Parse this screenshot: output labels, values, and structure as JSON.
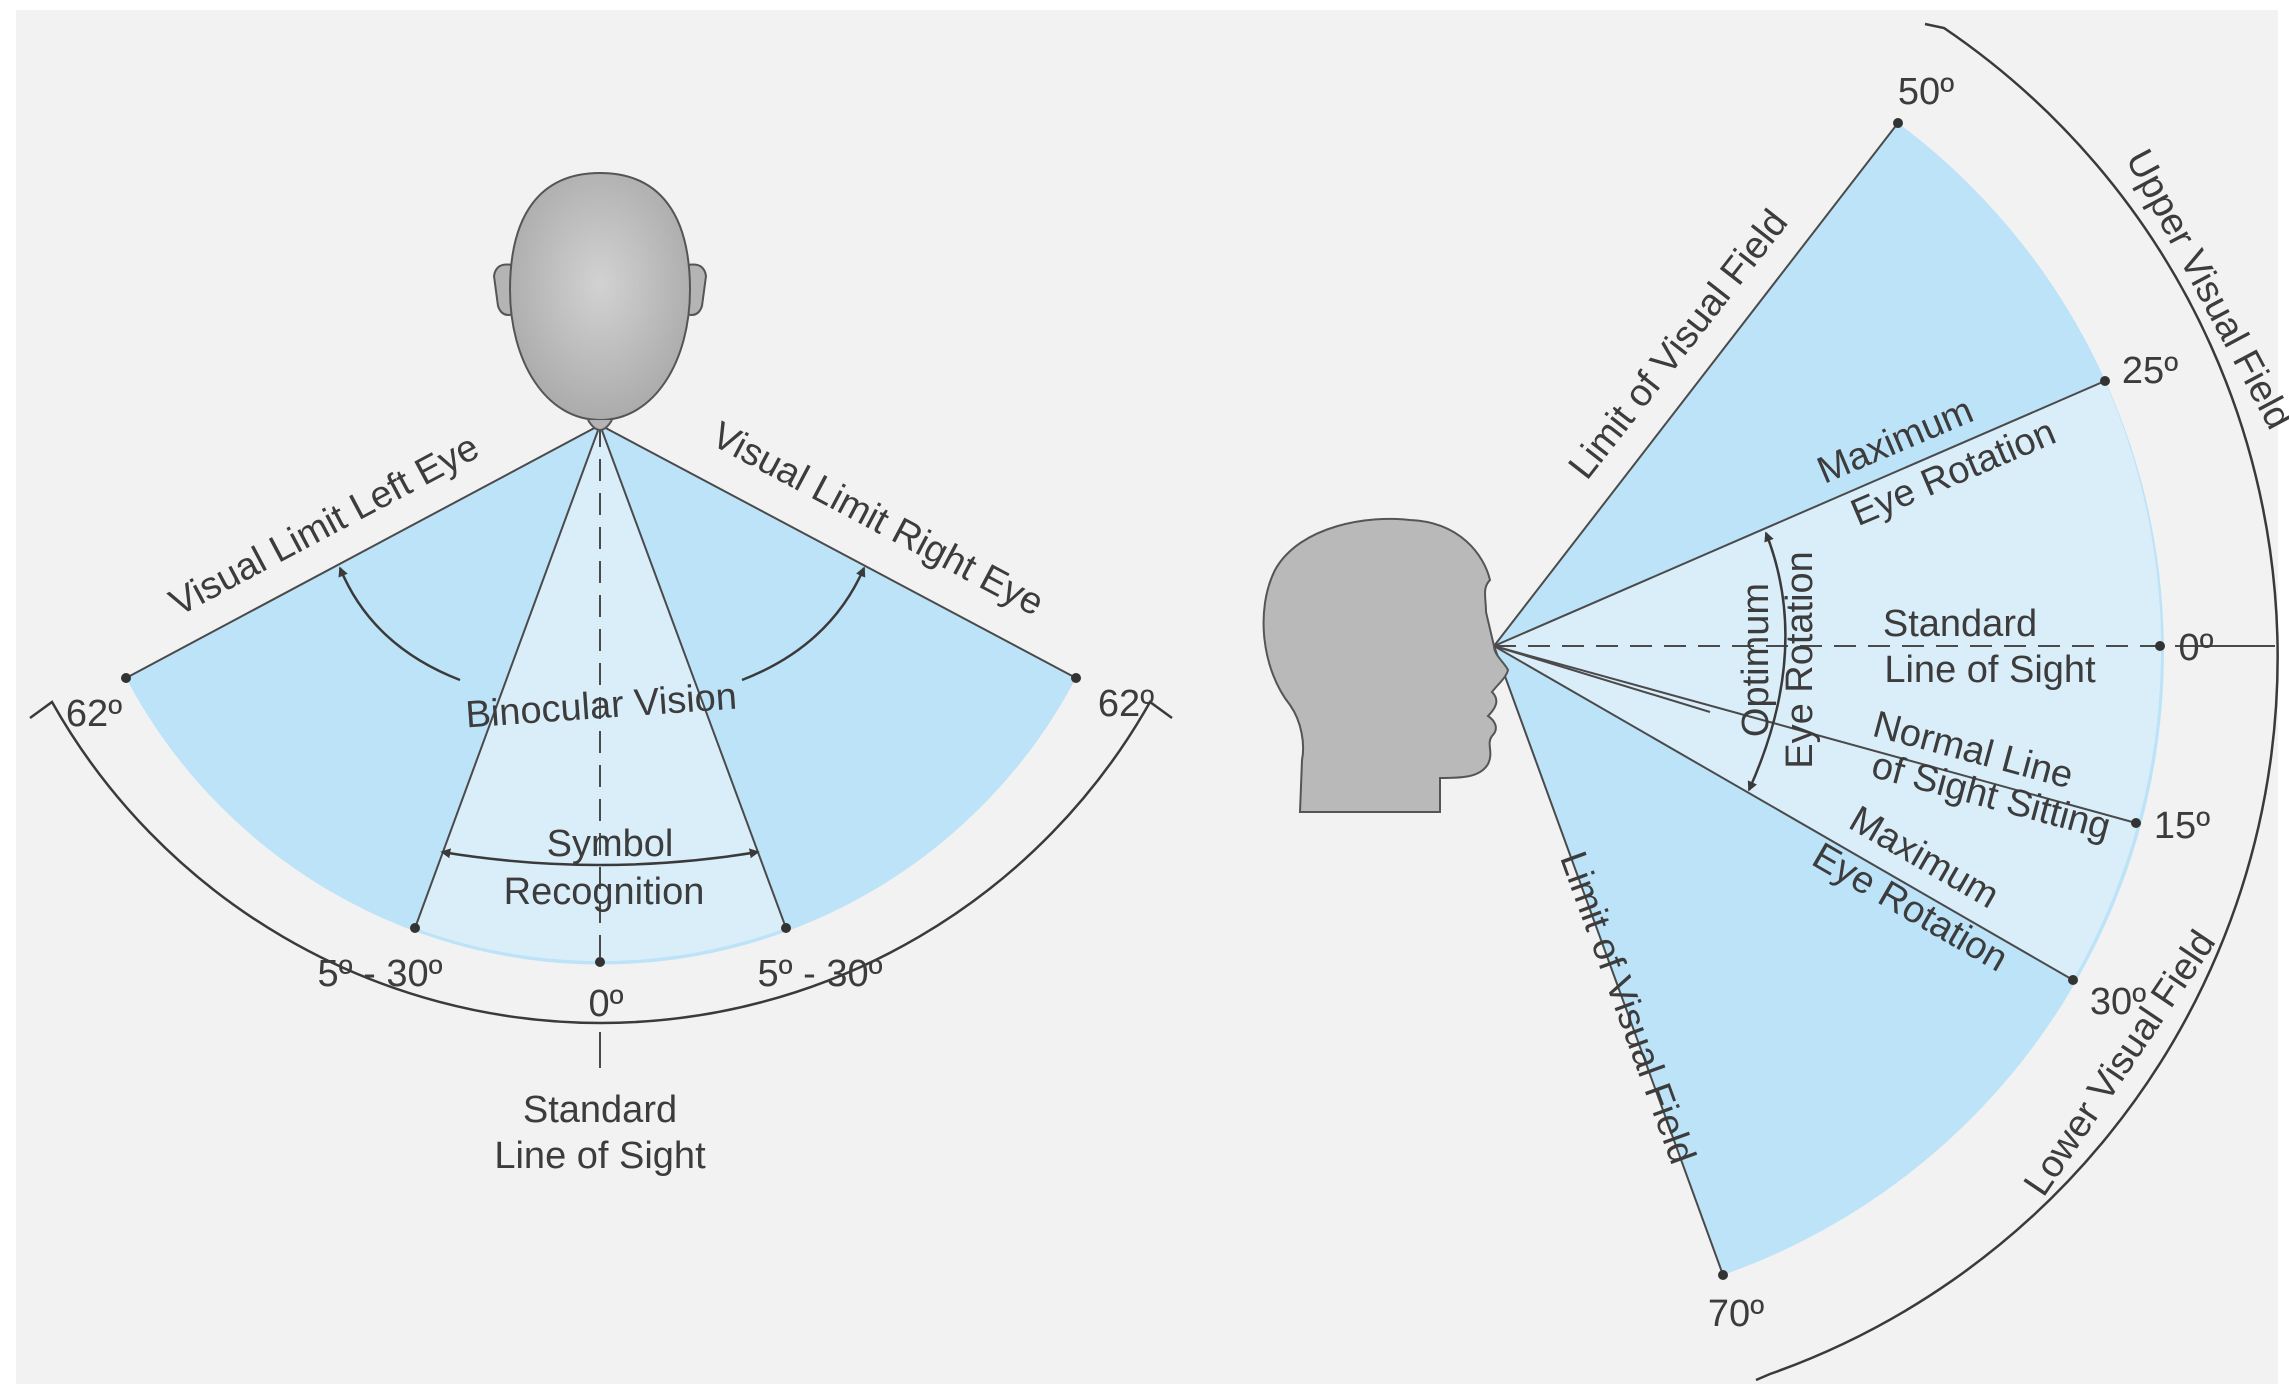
{
  "colors": {
    "panel": "#f2f2f2",
    "field_dark": "#bde3f8",
    "field_light": "#daeefa",
    "line": "#4a4a4a",
    "head": "#b9b9b9",
    "text": "#3c3c3c"
  },
  "top_view": {
    "label_left_limit": "Visual Limit Left Eye",
    "label_right_limit": "Visual Limit Right Eye",
    "label_binocular": "Binocular Vision",
    "label_symbol_1": "Symbol",
    "label_symbol_2": "Recognition",
    "angle_left": "62º",
    "angle_right": "62º",
    "angle_inner_left": "5º - 30º",
    "angle_inner_right": "5º - 30º",
    "angle_center": "0º",
    "line_of_sight_1": "Standard",
    "line_of_sight_2": "Line of Sight"
  },
  "side_view": {
    "label_limit_upper": "Limit of Visual Field",
    "label_limit_lower": "Limit of Visual Field",
    "label_max_rot_up_1": "Maximum",
    "label_max_rot_up_2": "Eye Rotation",
    "label_standard_1": "Standard",
    "label_standard_2": "Line of Sight",
    "label_normal_1": "Normal Line",
    "label_normal_2": "of Sight Sitting",
    "label_max_rot_down_1": "Maximum",
    "label_max_rot_down_2": "Eye Rotation",
    "label_optimum_1": "Optimum",
    "label_optimum_2": "Eye Rotation",
    "label_upper_field": "Upper Visual Field",
    "label_lower_field": "Lower Visual Field",
    "angle_50": "50º",
    "angle_25": "25º",
    "angle_0": "0º",
    "angle_15": "15º",
    "angle_30": "30º",
    "angle_70": "70º"
  }
}
